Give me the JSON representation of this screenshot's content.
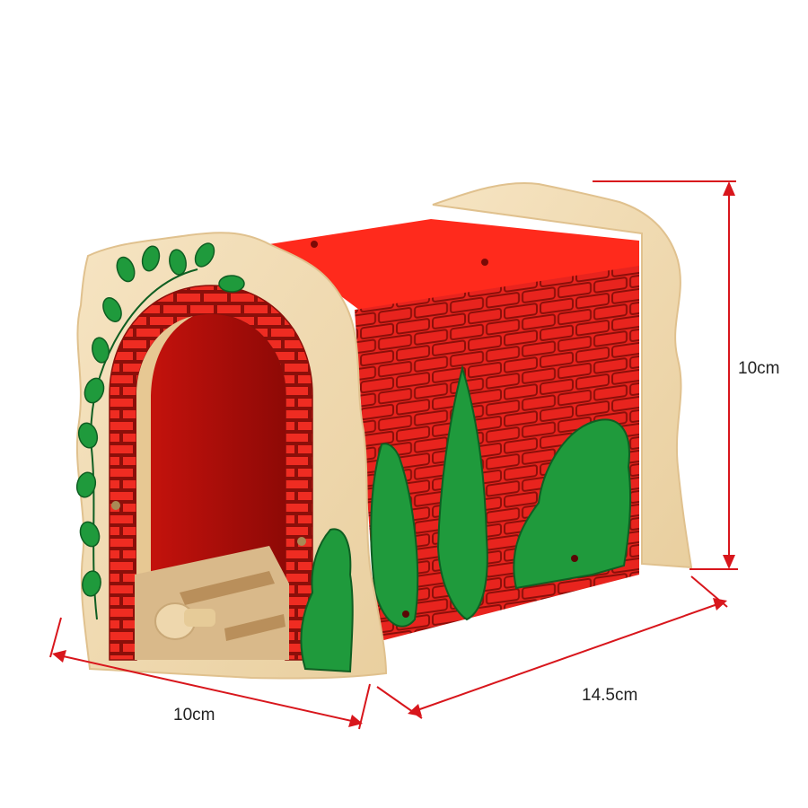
{
  "dimensions": {
    "height": "10cm",
    "width": "10cm",
    "length": "14.5cm"
  },
  "colors": {
    "background": "#ffffff",
    "brick_red": "#e8241e",
    "brick_top": "#ff2a1c",
    "mortar": "#8b0f0a",
    "wood": "#f1ddb8",
    "wood_edge": "#e3c596",
    "foliage": "#1f9a3c",
    "foliage_dark": "#0f5e22",
    "dimension_line": "#d8161c",
    "label_text": "#222222"
  }
}
